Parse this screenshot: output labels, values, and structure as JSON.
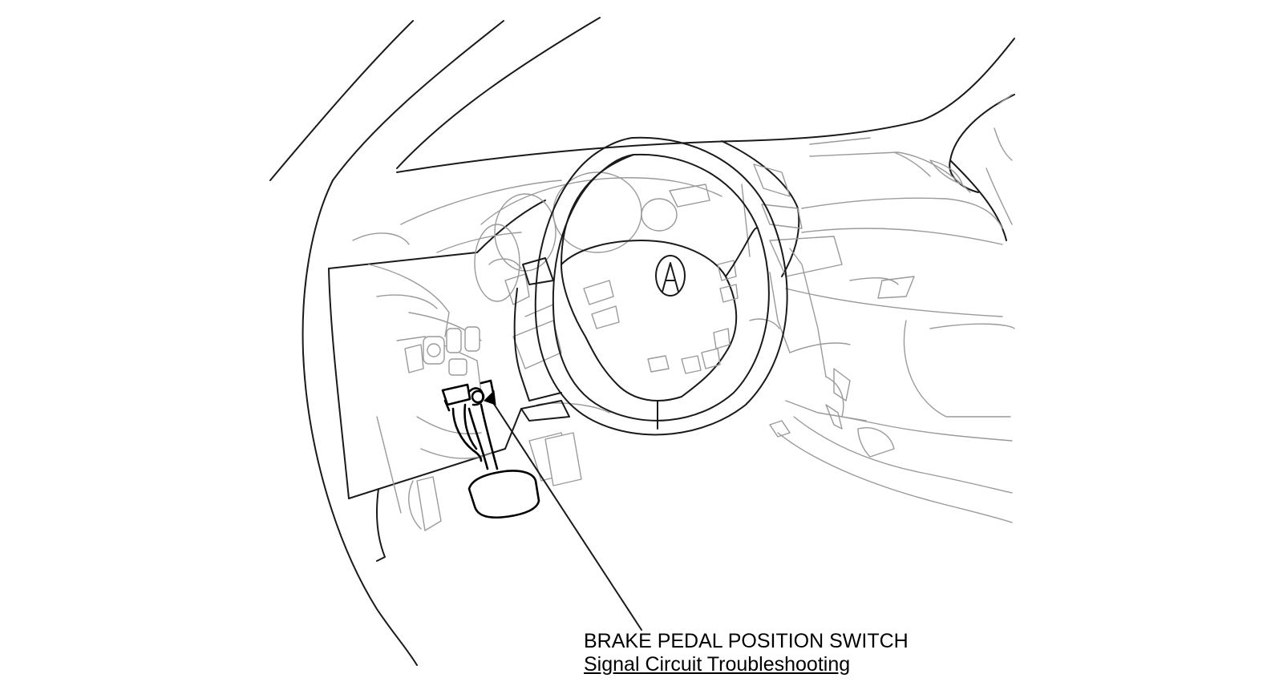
{
  "callout": {
    "component_name": "BRAKE PEDAL POSITION SWITCH",
    "procedure_link": "Signal Circuit Troubleshooting"
  },
  "illustration": {
    "subject": "driver-side-dashboard-cutaway",
    "highlighted_component": "brake-pedal-position-switch",
    "icons": [
      "acura-logo-icon"
    ]
  }
}
